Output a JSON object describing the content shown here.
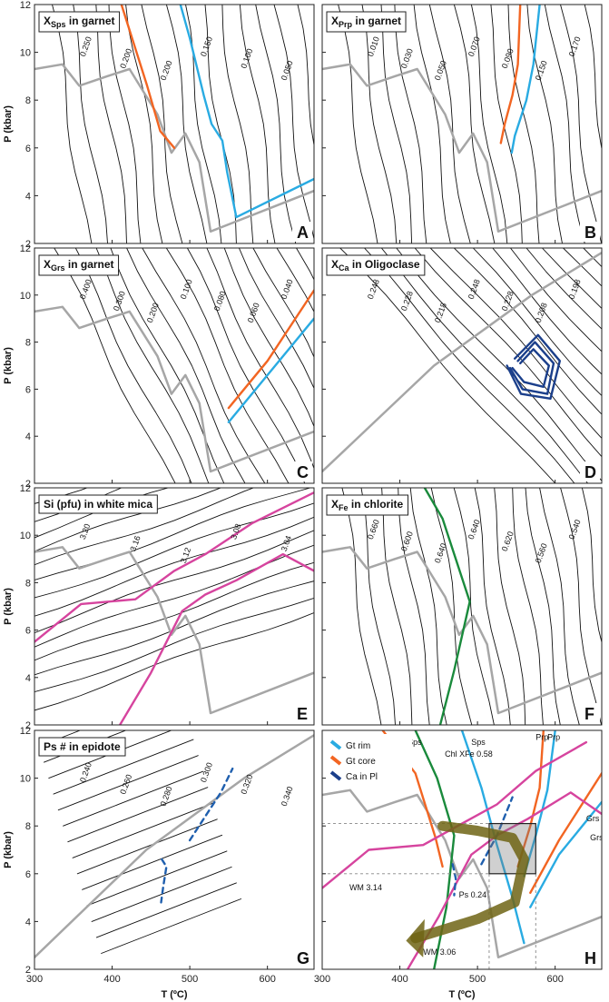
{
  "axes": {
    "ylabel": "P (kbar)",
    "xlabel": "T (ºC)",
    "xticks": [
      "300",
      "400",
      "500",
      "600"
    ],
    "yticks": [
      "2",
      "4",
      "6",
      "8",
      "10",
      "12"
    ]
  },
  "chart_data": [
    {
      "type": "line",
      "panel": "A",
      "title_main": "X",
      "title_sub": "Sps",
      "title_rest": " in garnet",
      "xlim": [
        300,
        660
      ],
      "ylim": [
        2,
        12
      ],
      "contour_labels": [
        "0.250",
        "0.200",
        "0.200",
        "0.150",
        "0.100",
        "0.050"
      ],
      "series": [
        {
          "color": "#f26522",
          "x": [
            412,
            445,
            462,
            480
          ],
          "y": [
            12,
            8.6,
            6.7,
            6.0
          ]
        },
        {
          "color": "#29abe2",
          "x": [
            488,
            500,
            518,
            528,
            542,
            548,
            560,
            660
          ],
          "y": [
            12,
            10.6,
            8.2,
            7.0,
            6.3,
            5.0,
            3.1,
            4.7
          ]
        }
      ]
    },
    {
      "type": "line",
      "panel": "B",
      "title_main": "X",
      "title_sub": "Prp",
      "title_rest": " in garnet",
      "xlim": [
        300,
        660
      ],
      "ylim": [
        2,
        12
      ],
      "contour_labels": [
        "0.010",
        "0.030",
        "0.050",
        "0.070",
        "0.090",
        "0.150",
        "0.170"
      ],
      "series": [
        {
          "color": "#f26522",
          "x": [
            555,
            552,
            545,
            535,
            530
          ],
          "y": [
            12,
            9.5,
            8.2,
            7.0,
            6.2
          ]
        },
        {
          "color": "#29abe2",
          "x": [
            580,
            572,
            563,
            548,
            544
          ],
          "y": [
            12,
            9.5,
            8.0,
            6.5,
            5.8
          ]
        }
      ]
    },
    {
      "type": "line",
      "panel": "C",
      "title_main": "X",
      "title_sub": "Grs",
      "title_rest": " in garnet",
      "xlim": [
        300,
        660
      ],
      "ylim": [
        2,
        12
      ],
      "contour_labels": [
        "0.400",
        "0.300",
        "0.200",
        "0.100",
        "0.080",
        "0.060",
        "0.040"
      ],
      "series": [
        {
          "color": "#f26522",
          "x": [
            550,
            600,
            660
          ],
          "y": [
            5.2,
            7.2,
            10.2
          ]
        },
        {
          "color": "#29abe2",
          "x": [
            550,
            600,
            660
          ],
          "y": [
            4.6,
            6.6,
            9.0
          ]
        }
      ]
    },
    {
      "type": "line",
      "panel": "D",
      "title_main": "X",
      "title_sub": "Ca",
      "title_rest": " in Oligoclase",
      "xlim": [
        300,
        660
      ],
      "ylim": [
        2,
        12
      ],
      "contour_labels": [
        "0.248",
        "0.228",
        "0.218",
        "0.248",
        "0.228",
        "0.208",
        "0.198"
      ],
      "series": [
        {
          "color": "#1b3f8b",
          "x": [
            555,
            572,
            592,
            585,
            560,
            545
          ],
          "y": [
            7.1,
            7.7,
            7.0,
            6.1,
            6.3,
            6.9
          ]
        },
        {
          "color": "#1b3f8b",
          "x": [
            552,
            574,
            598,
            590,
            558,
            542
          ],
          "y": [
            7.2,
            8.0,
            7.1,
            5.8,
            6.0,
            6.9
          ]
        },
        {
          "color": "#1b3f8b",
          "x": [
            548,
            578,
            606,
            594,
            556,
            538
          ],
          "y": [
            7.3,
            8.3,
            7.2,
            5.6,
            5.8,
            7.0
          ]
        }
      ]
    },
    {
      "type": "line",
      "panel": "E",
      "title_main": "Si (pfu) in white mica",
      "title_sub": "",
      "title_rest": "",
      "xlim": [
        300,
        660
      ],
      "ylim": [
        2,
        12
      ],
      "contour_labels": [
        "3.20",
        "3.16",
        "3.12",
        "3.08",
        "3.04"
      ],
      "series": [
        {
          "color": "#d6449e",
          "x": [
            300,
            360,
            430,
            480,
            520,
            580,
            660
          ],
          "y": [
            5.5,
            7.1,
            7.3,
            8.5,
            9.2,
            10.5,
            11.8
          ]
        },
        {
          "color": "#d6449e",
          "x": [
            410,
            450,
            490,
            520,
            560,
            620,
            660
          ],
          "y": [
            2.0,
            4.2,
            6.8,
            7.5,
            8.1,
            9.2,
            8.5
          ]
        }
      ]
    },
    {
      "type": "line",
      "panel": "F",
      "title_main": "X",
      "title_sub": "Fe",
      "title_rest": " in chlorite",
      "xlim": [
        300,
        660
      ],
      "ylim": [
        2,
        12
      ],
      "contour_labels": [
        "0.660",
        "0.600",
        "0.640",
        "0.640",
        "0.620",
        "0.560",
        "0.540"
      ],
      "series": [
        {
          "color": "#1a8a3c",
          "x": [
            432,
            455,
            490,
            470,
            452
          ],
          "y": [
            12,
            10.7,
            7.2,
            4.3,
            2.0
          ]
        }
      ]
    },
    {
      "type": "line",
      "panel": "G",
      "title_main": "Ps # in epidote",
      "title_sub": "",
      "title_rest": "",
      "xlim": [
        300,
        660
      ],
      "ylim": [
        2,
        12
      ],
      "contour_labels": [
        "0.240",
        "0.260",
        "0.280",
        "0.300",
        "0.320",
        "0.340"
      ],
      "series": [
        {
          "color": "#1f5fae",
          "dashed": true,
          "x": [
            500,
            522,
            540,
            555
          ],
          "y": [
            7.4,
            8.5,
            9.4,
            10.4
          ]
        },
        {
          "color": "#1f5fae",
          "dashed": true,
          "x": [
            464,
            470,
            466,
            463
          ],
          "y": [
            6.6,
            6.3,
            5.5,
            4.8
          ]
        }
      ]
    },
    {
      "type": "line",
      "panel": "H",
      "title_main": "",
      "title_sub": "",
      "title_rest": "",
      "xlim": [
        300,
        660
      ],
      "ylim": [
        2,
        12
      ],
      "legend": [
        {
          "label": "Gt rim",
          "color": "#29abe2"
        },
        {
          "label": "Gt core",
          "color": "#f26522"
        },
        {
          "label": "Ca in Pl",
          "color": "#1b3f8b"
        }
      ],
      "curve_labels": [
        "Sps",
        "Chl XFe 0.58",
        "Sps",
        "Prp",
        "Prp",
        "Grs",
        "Grs",
        "WM 3.14",
        "Ps 0.24",
        "WM 3.06"
      ],
      "guide_lines": {
        "P": [
          8.1,
          6.0
        ],
        "T": [
          515,
          575
        ]
      },
      "box": {
        "T": [
          515,
          575
        ],
        "P": [
          6.0,
          8.1
        ]
      },
      "series": [
        {
          "color": "#f26522",
          "x": [
            378,
            420,
            446,
            455
          ],
          "y": [
            12,
            10.2,
            7.5,
            6.3
          ]
        },
        {
          "color": "#1a8a3c",
          "x": [
            420,
            448,
            470,
            460,
            444
          ],
          "y": [
            12,
            10.0,
            7.6,
            4.6,
            2.0
          ]
        },
        {
          "color": "#29abe2",
          "x": [
            480,
            505,
            525,
            545,
            560
          ],
          "y": [
            12,
            9.6,
            7.2,
            5.0,
            3.1
          ]
        },
        {
          "color": "#f26522",
          "x": [
            585,
            580,
            568,
            552
          ],
          "y": [
            12,
            9.6,
            8.0,
            6.3
          ]
        },
        {
          "color": "#29abe2",
          "x": [
            600,
            590,
            575,
            560
          ],
          "y": [
            12,
            9.5,
            7.6,
            5.9
          ]
        },
        {
          "color": "#f26522",
          "x": [
            568,
            605,
            660
          ],
          "y": [
            5.2,
            7.4,
            10.2
          ]
        },
        {
          "color": "#29abe2",
          "x": [
            568,
            605,
            660
          ],
          "y": [
            4.6,
            6.8,
            9.0
          ]
        },
        {
          "color": "#d6449e",
          "x": [
            300,
            360,
            430,
            480,
            525,
            575,
            640
          ],
          "y": [
            5.4,
            7.0,
            7.2,
            8.1,
            8.9,
            10.3,
            11.5
          ]
        },
        {
          "color": "#d6449e",
          "x": [
            410,
            450,
            492,
            525,
            565,
            620,
            660
          ],
          "y": [
            2.0,
            4.2,
            6.8,
            7.6,
            8.3,
            9.4,
            8.5
          ]
        },
        {
          "color": "#1f5fae",
          "dashed": true,
          "x": [
            505,
            525,
            545
          ],
          "y": [
            6.4,
            7.6,
            9.2
          ]
        },
        {
          "color": "#1f5fae",
          "dashed": true,
          "x": [
            468,
            472,
            470
          ],
          "y": [
            6.4,
            5.8,
            5.1
          ]
        }
      ]
    }
  ]
}
